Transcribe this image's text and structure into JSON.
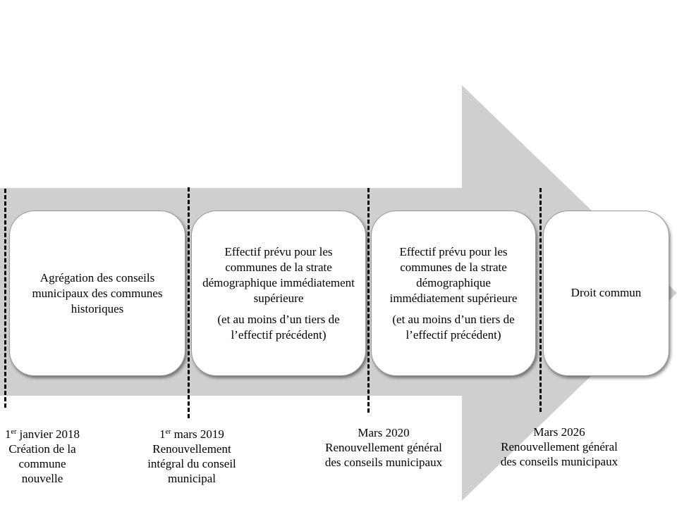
{
  "phases": [
    {
      "text": [
        "Agrégation des conseils municipaux des communes historiques"
      ]
    },
    {
      "text": [
        "Effectif prévu pour les communes de la strate démographique immédiatement supérieure",
        "(et au moins d’un tiers de l’effectif précédent)"
      ]
    },
    {
      "text": [
        "Effectif prévu pour les communes de la strate démographique immédiatement supérieure",
        "(et au moins d’un tiers de l’effectif précédent)"
      ]
    },
    {
      "text": [
        "Droit commun"
      ]
    }
  ],
  "milestones": [
    {
      "sup_num": "1",
      "sup": "er",
      "date": " janvier 2018",
      "lines": [
        "Création de la",
        "commune",
        "nouvelle"
      ]
    },
    {
      "sup_num": "1",
      "sup": "er",
      "date": " mars 2019",
      "lines": [
        "Renouvellement",
        "intégral du conseil",
        "municipal"
      ]
    },
    {
      "sup_num": "",
      "sup": "",
      "date": "Mars 2020",
      "lines": [
        "Renouvellement général",
        "des conseils municipaux"
      ]
    },
    {
      "sup_num": "",
      "sup": "",
      "date": "Mars 2026",
      "lines": [
        "Renouvellement général",
        "des conseils municipaux"
      ]
    }
  ],
  "colors": {
    "arrow": "#cfcfcf",
    "box_border": "#9a9a9a",
    "dash": "#000000"
  }
}
